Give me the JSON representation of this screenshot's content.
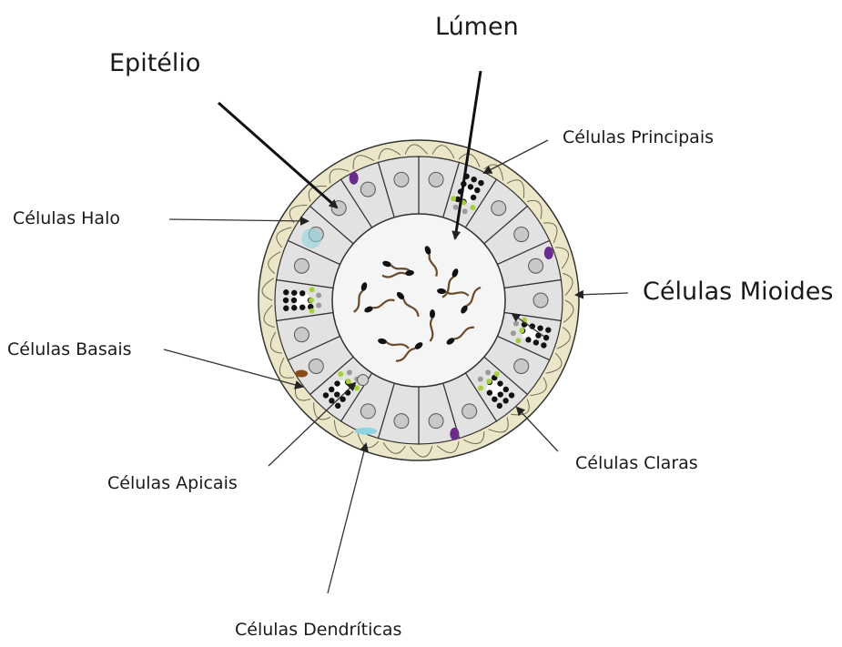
{
  "labels": {
    "epitelio": "Epitélio",
    "lumen": "Lúmen",
    "celulas_principais": "Células Principais",
    "celulas_halo": "Células Halo",
    "celulas_mioides": "Células Mioides",
    "celulas_basais": "Células Basais",
    "celulas_apicais": "Células Apicais",
    "celulas_claras": "Células Claras",
    "celulas_dendriticas": "Células Dendríticas"
  },
  "colors": {
    "stroke": "#333333",
    "cell_fill": "#e2e2e2",
    "lumen_fill": "#f5f5f5",
    "capsule_fill": "#ece6c8",
    "granule_black": "#111111",
    "granule_green": "#a6cf3a",
    "granule_gray": "#9a9a9a",
    "purple": "#6a2c8a",
    "halo_cyan": "#8fd4e0",
    "basal_brown": "#8b4a1a",
    "sperm_brown": "#6b4a2a"
  }
}
